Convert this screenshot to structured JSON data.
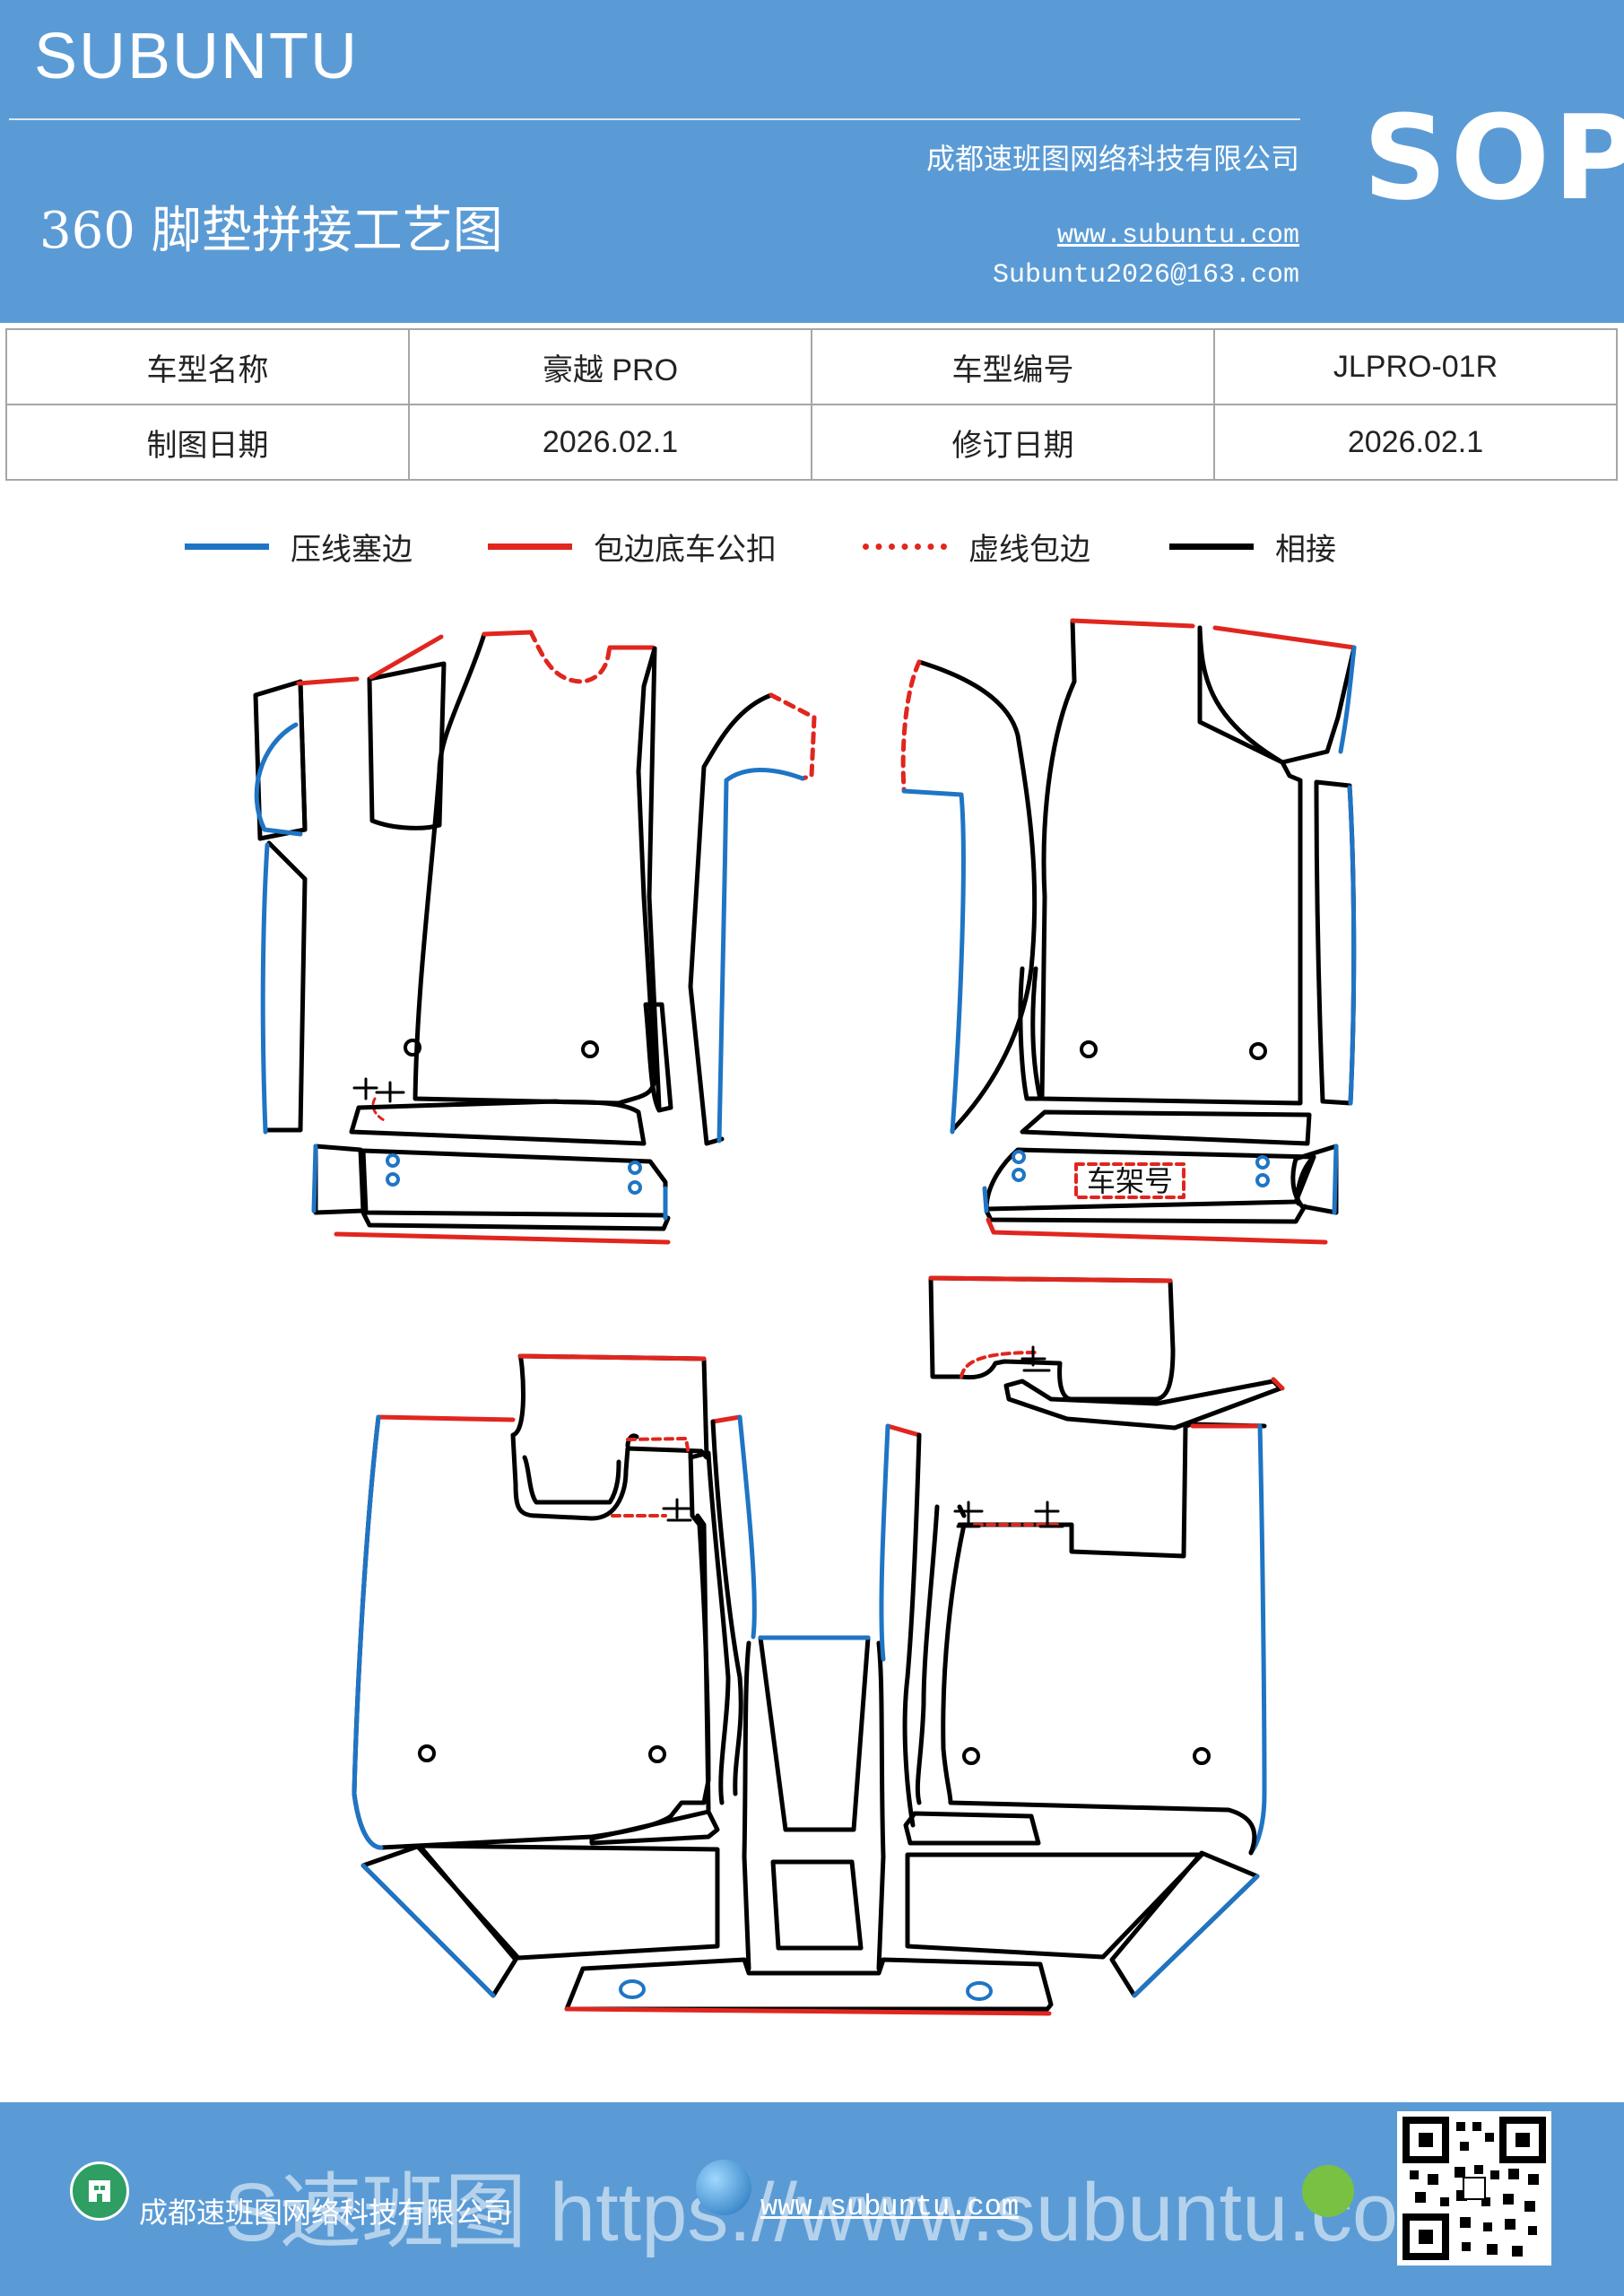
{
  "header": {
    "brand": "SUBUNTU",
    "title": "360 脚垫拼接工艺图",
    "company": "成都速班图网络科技有限公司",
    "website": "www.subuntu.com",
    "email": "Subuntu2026@163.com",
    "badge": "SOP",
    "color": "#5b9bd5"
  },
  "info_table": {
    "rows": [
      [
        {
          "label": "车型名称"
        },
        {
          "value": "豪越 PRO"
        },
        {
          "label": "车型编号"
        },
        {
          "value": "JLPRO-01R"
        }
      ],
      [
        {
          "label": "制图日期"
        },
        {
          "value": "2026.02.1"
        },
        {
          "label": "修订日期"
        },
        {
          "value": "2026.02.1"
        }
      ]
    ]
  },
  "legend": [
    {
      "label": "压线塞边",
      "color": "#1f75c4",
      "style": "solid"
    },
    {
      "label": "包边底车公扣",
      "color": "#e0261e",
      "style": "solid"
    },
    {
      "label": "虚线包边",
      "color": "#e0261e",
      "style": "dotted"
    },
    {
      "label": "相接",
      "color": "#000000",
      "style": "solid"
    }
  ],
  "diagram": {
    "vin_label": "车架号"
  },
  "footer": {
    "company": "成都速班图网络科技有限公司",
    "website": "www.subuntu.com",
    "watermark": "S速班图 https://www.subuntu.com",
    "icons": [
      "building-icon",
      "globe-icon",
      "wechat-icon",
      "qr-code-icon"
    ]
  }
}
